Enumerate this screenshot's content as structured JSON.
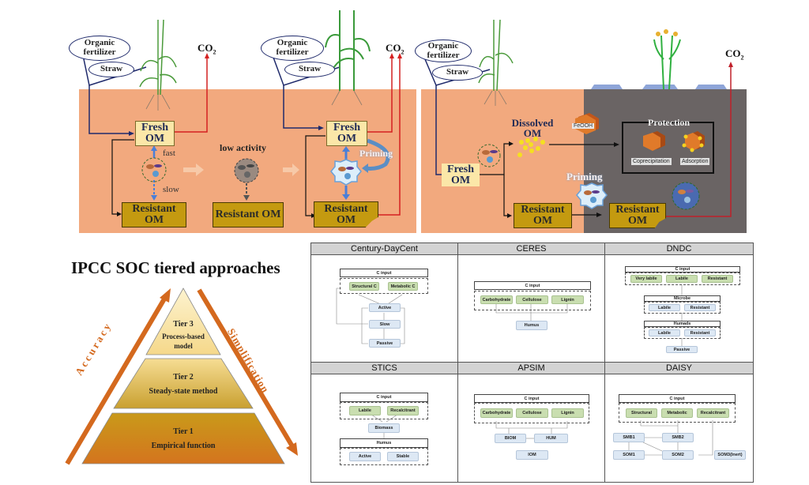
{
  "panels": {
    "upland": {
      "inputs": {
        "organic_fertilizer": "Organic fertilizer",
        "straw": "Straw"
      },
      "co2": "CO",
      "co2_sub": "2",
      "fresh_om": "Fresh OM",
      "resistant_om": "Resistant OM",
      "fast": "fast",
      "slow": "slow",
      "low_activity": "low activity",
      "priming": "Priming"
    },
    "paddy": {
      "inputs": {
        "organic_fertilizer": "Organic fertilizer",
        "straw": "Straw"
      },
      "co2": "CO",
      "co2_sub": "2",
      "fresh_om": "Fresh OM",
      "dissolved_om": "Dissolved OM",
      "feooh": "FeOOH",
      "protection": "Protection",
      "coprecipitation": "Coprecipitation",
      "adsorption": "Adsorption",
      "priming": "Priming",
      "resistant_om": "Resistant OM"
    }
  },
  "ipcc": {
    "title": "IPCC SOC tiered approaches",
    "accuracy": "Accuracy",
    "simplification": "Simplification",
    "tiers": [
      {
        "name": "Tier 3",
        "desc": "Process-based model"
      },
      {
        "name": "Tier 2",
        "desc": "Steady-state method"
      },
      {
        "name": "Tier 1",
        "desc": "Empirical function"
      }
    ],
    "colors": {
      "top": "#fbe9b0",
      "middle": "#e0bb55",
      "bottom": "#cf7a22",
      "arrow": "#d4691e"
    }
  },
  "models": [
    {
      "name": "Century-DayCent",
      "input": "C input",
      "inputs": [
        "Structural  C",
        "Metabolic  C"
      ],
      "pools": [
        "Active",
        "Slow",
        "Passive"
      ]
    },
    {
      "name": "CERES",
      "input": "C input",
      "inputs": [
        "Carbohydrate",
        "Cellulose",
        "Lignin"
      ],
      "pools": [
        "Humus"
      ]
    },
    {
      "name": "DNDC",
      "input": "C input",
      "inputs": [
        "Very labile",
        "Labile",
        "Resistant"
      ],
      "microbe": "Microbe",
      "microbe_pools": [
        "Labile",
        "Resistant"
      ],
      "humads": "Humads",
      "humads_pools": [
        "Labile",
        "Resistant"
      ],
      "passive": "Passive"
    },
    {
      "name": "STICS",
      "input": "C input",
      "inputs": [
        "Labile",
        "Recalcitrant"
      ],
      "biomass": "Biomass",
      "humus": "Humus",
      "humus_pools": [
        "Active",
        "Stable"
      ]
    },
    {
      "name": "APSIM",
      "input": "C input",
      "inputs": [
        "Carbohydrate",
        "Cellulose",
        "Lignin"
      ],
      "pools": [
        "BIOM",
        "HUM",
        "IOM"
      ]
    },
    {
      "name": "DAISY",
      "input": "C input",
      "inputs": [
        "Structural",
        "Metabolic",
        "Recalcitrant"
      ],
      "pools": [
        "SMB1",
        "SMB2",
        "SOM1",
        "SOM2",
        "SOM3(Inert)"
      ]
    }
  ]
}
